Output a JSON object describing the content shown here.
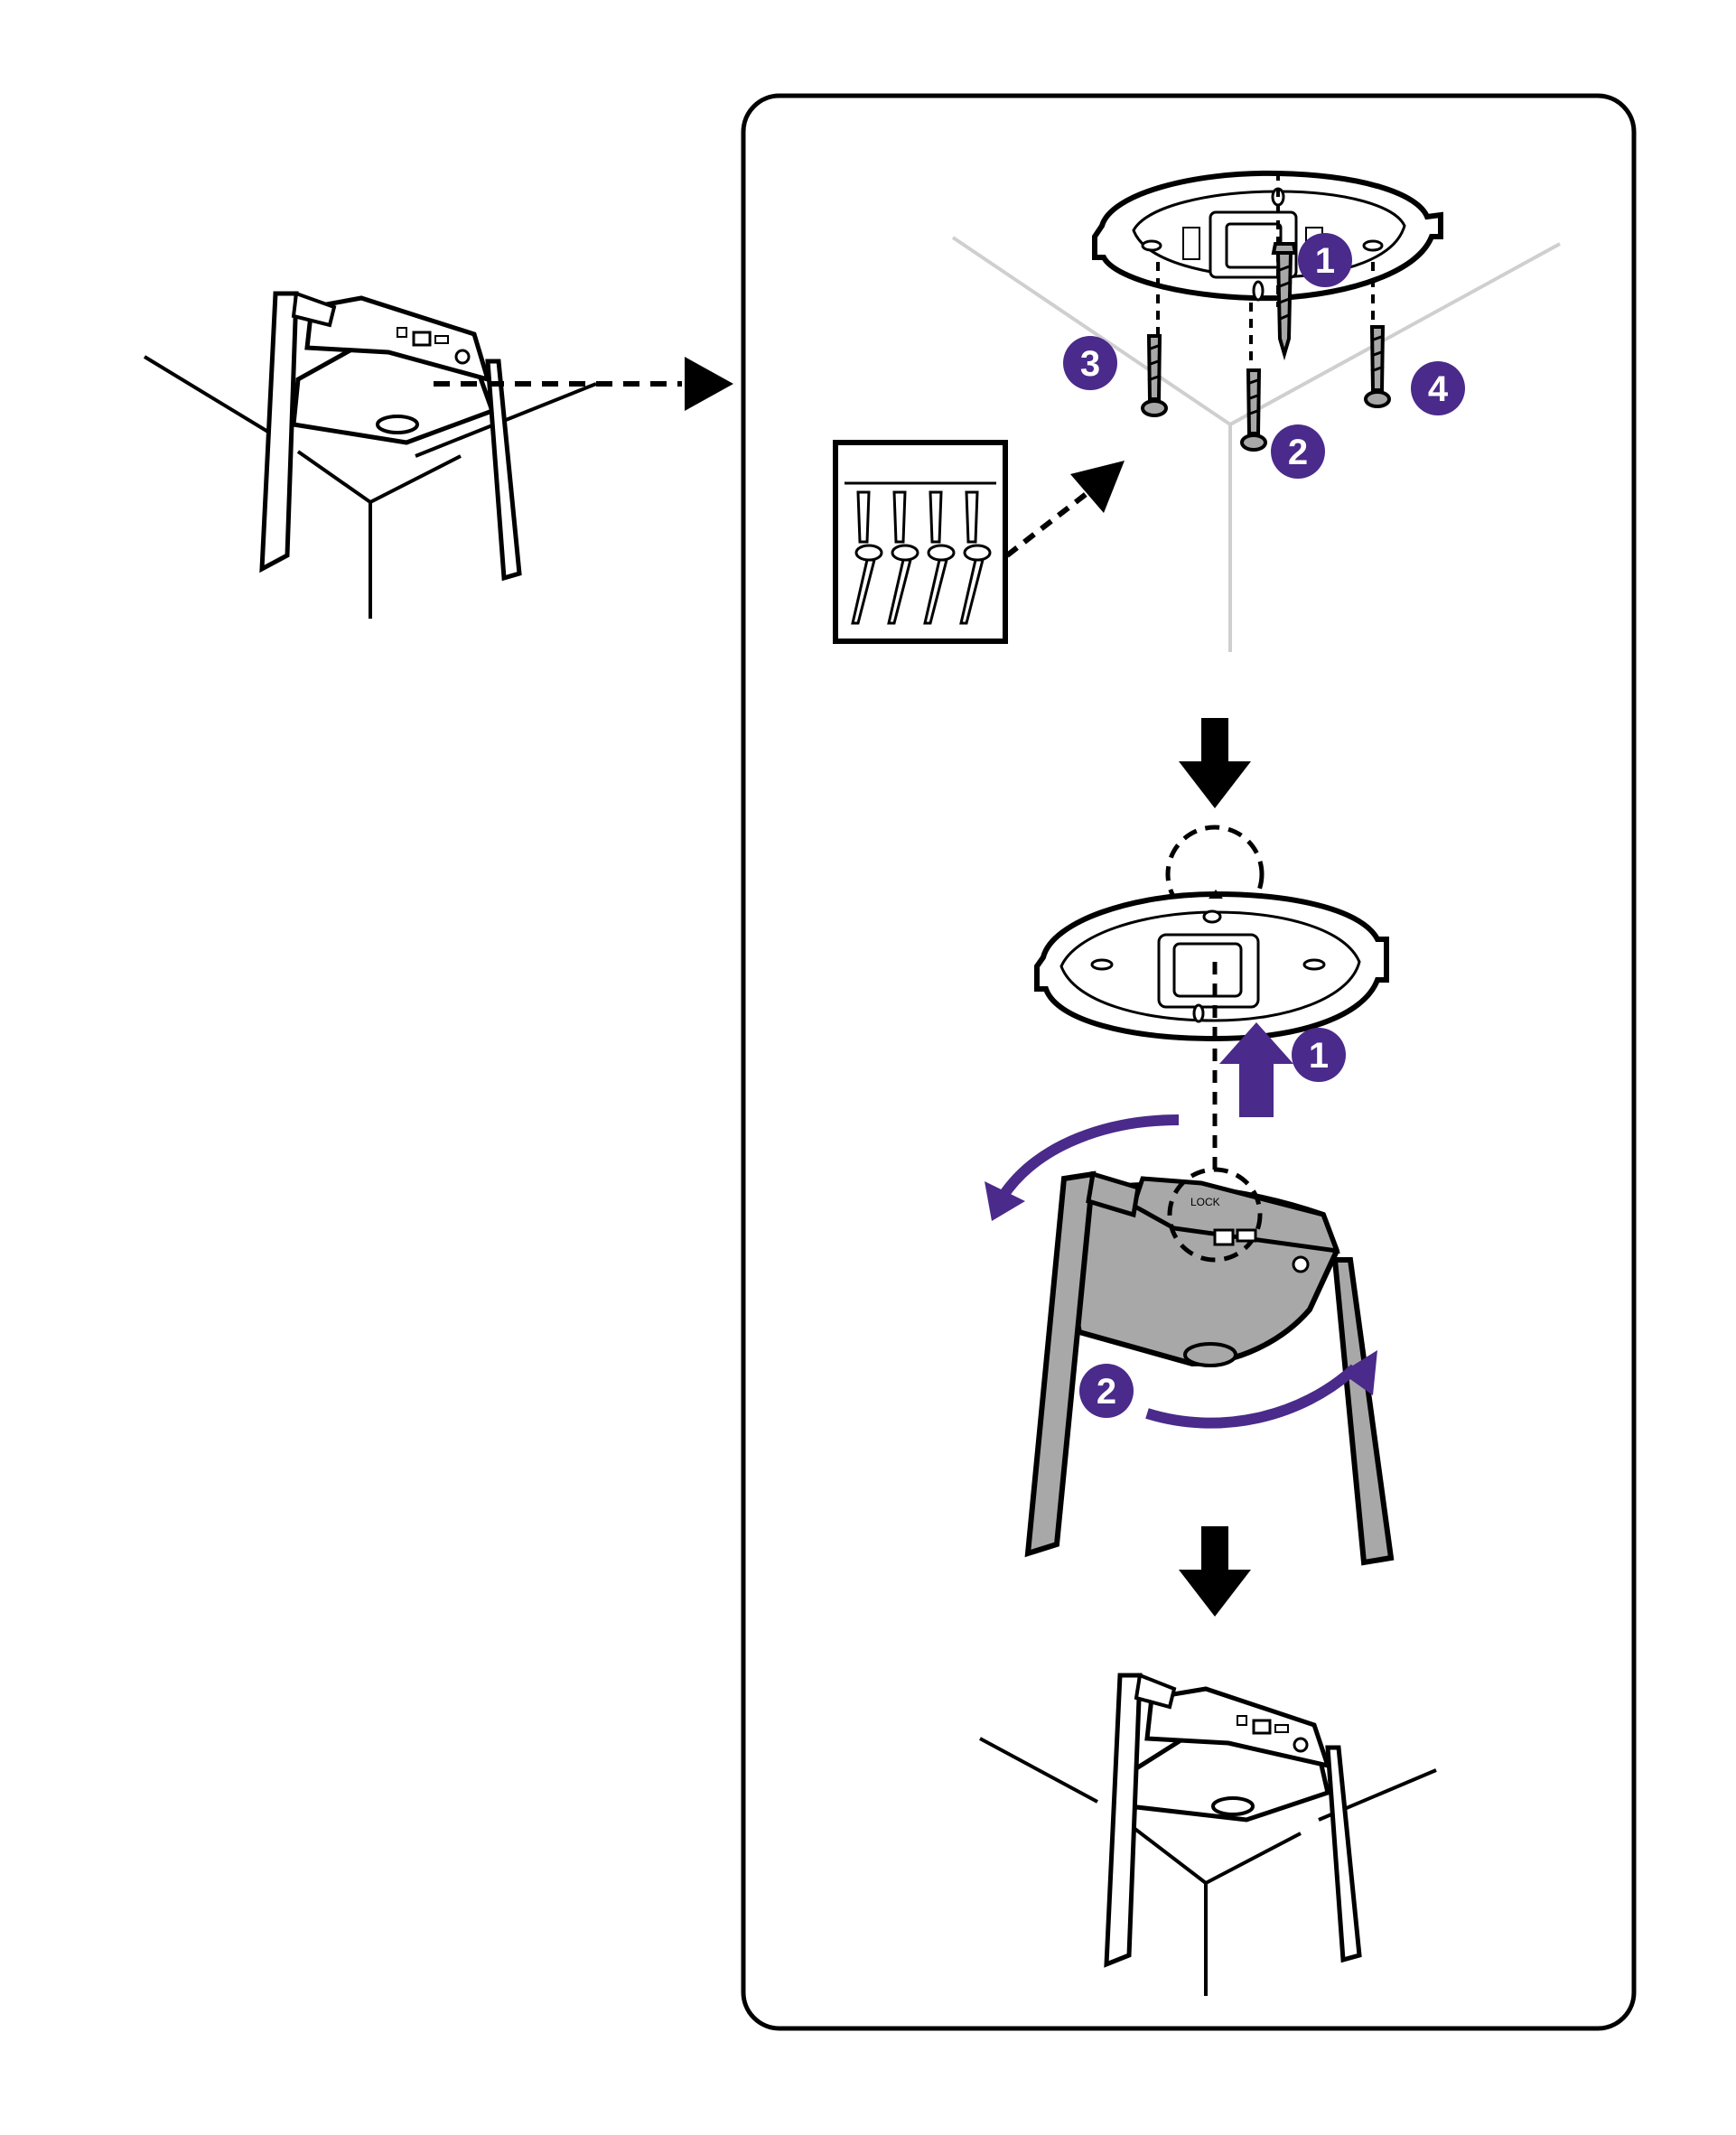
{
  "colors": {
    "stroke": "#000000",
    "accent": "#4a2a8a",
    "gray_fill": "#a8a8a8",
    "light_line": "#cfcfcf",
    "white": "#ffffff"
  },
  "badges": {
    "top_screw_1": "1",
    "top_screw_2": "2",
    "top_screw_3": "3",
    "top_screw_4": "4",
    "step_lift": "1",
    "step_rotate": "2"
  },
  "labels": {
    "lock": "LOCK"
  },
  "icons": {
    "arrow_right": "arrow-right-icon",
    "arrow_down": "arrow-down-icon",
    "arrow_up": "arrow-up-icon",
    "rotate": "rotate-arrow-icon",
    "screw": "screw-icon"
  }
}
